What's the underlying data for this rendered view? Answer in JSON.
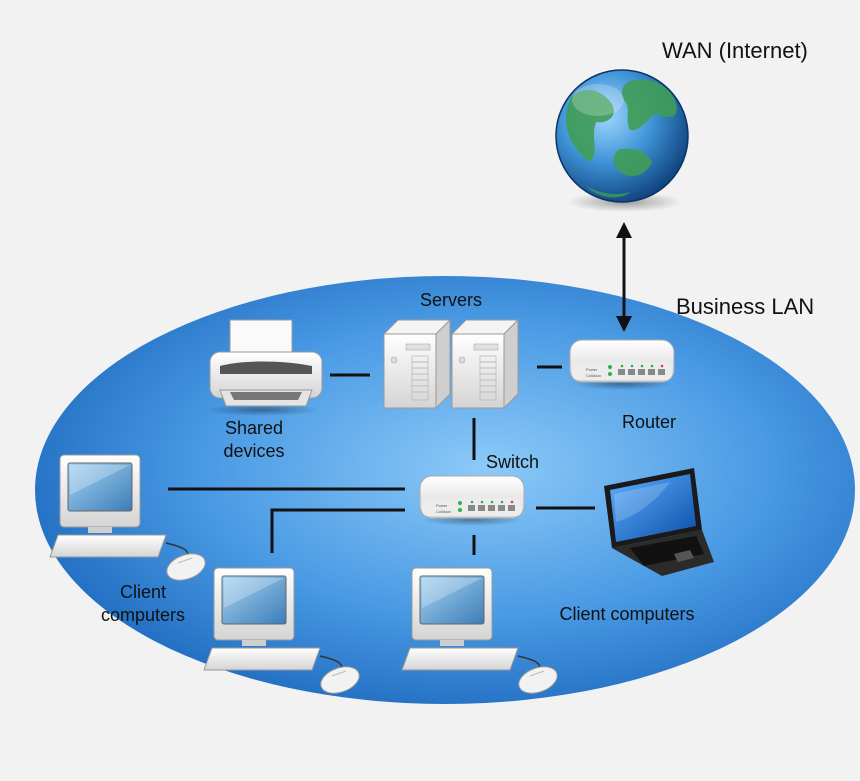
{
  "labels": {
    "wan": "WAN (Internet)",
    "lan": "Business LAN",
    "servers": "Servers",
    "router": "Router",
    "switch": "Switch",
    "shared_devices_line1": "Shared",
    "shared_devices_line2": "devices",
    "client_left_line1": "Client",
    "client_left_line2": "computers",
    "client_right": "Client computers"
  },
  "device_text": {
    "power": "Power",
    "collision": "Collision"
  },
  "colors": {
    "background": "#f2f2f2",
    "lan_fill_light": "#7cc0f5",
    "lan_fill_dark": "#1f6fc4",
    "connector": "#111111"
  }
}
